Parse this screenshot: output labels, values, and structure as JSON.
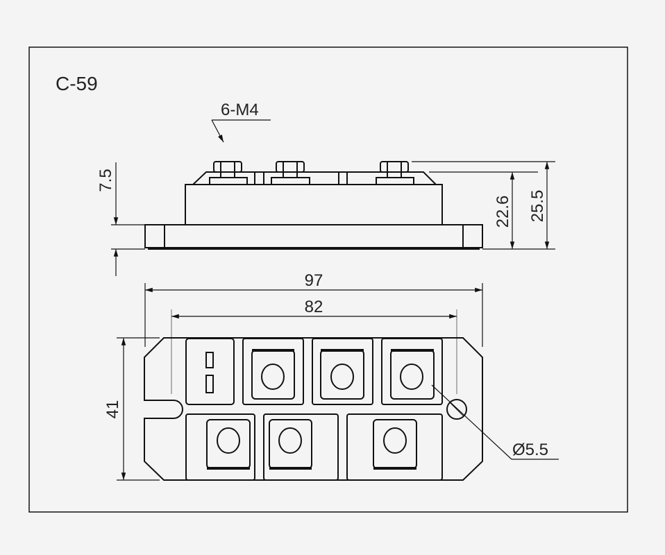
{
  "title": "C-59",
  "labels": {
    "screw": "6-M4",
    "dim_total_length": "97",
    "dim_mount_spacing": "82",
    "dim_width": "41",
    "dim_base_height": "7.5",
    "dim_body_height": "22.6",
    "dim_total_height": "25.5",
    "dim_hole": "Ø5.5"
  }
}
